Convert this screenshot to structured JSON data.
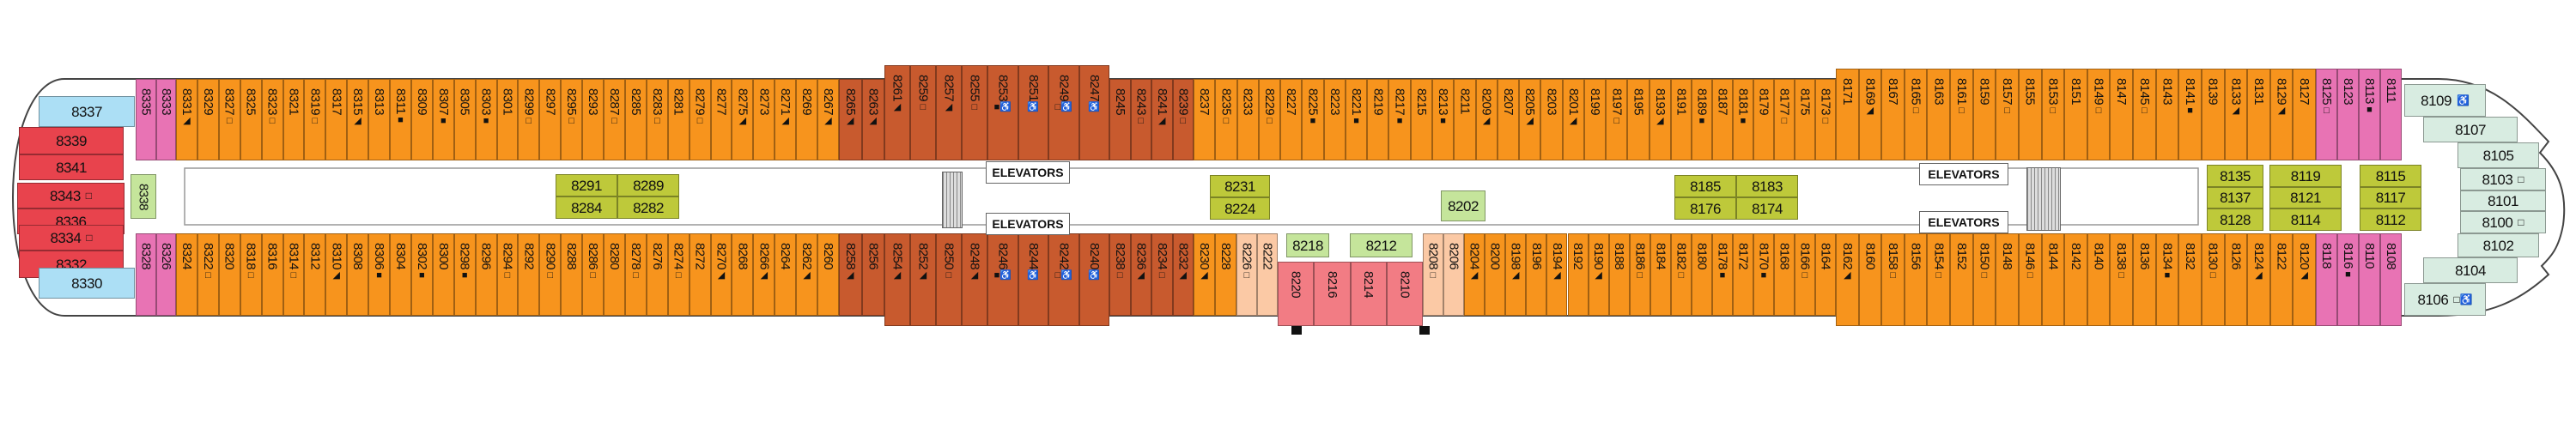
{
  "deck": {
    "top_row": [
      {
        "cat": "pink",
        "cabins": [
          "8335",
          "8333"
        ]
      },
      {
        "cat": "orange",
        "cabins": [
          "8331",
          "8329",
          "8327",
          "8325",
          "8323",
          "8321",
          "8319",
          "8317",
          "8315",
          "8313",
          "8311",
          "8309",
          "8307",
          "8305",
          "8303",
          "8301",
          "8299",
          "8297",
          "8295",
          "8293",
          "8287",
          "8285",
          "8283",
          "8281",
          "8279",
          "8277",
          "8275",
          "8273",
          "8271",
          "8269",
          "8267"
        ]
      },
      {
        "cat": "brown",
        "cabins": [
          "8265",
          "8263"
        ]
      },
      {
        "cat": "brown",
        "cabins": [
          "8261",
          "8259",
          "8257",
          "8255"
        ]
      },
      {
        "cat": "brown",
        "cabins": [
          "8253",
          "8251",
          "8249",
          "8247"
        ]
      },
      {
        "cat": "brown",
        "cabins": [
          "8245",
          "8243",
          "8241",
          "8239"
        ]
      },
      {
        "cat": "orange",
        "cabins": [
          "8237",
          "8235",
          "8233",
          "8229",
          "8227",
          "8225",
          "8223",
          "8221",
          "8219",
          "8217",
          "8215",
          "8213",
          "8211",
          "8209",
          "8207",
          "8205",
          "8203",
          "8201",
          "8199",
          "8197",
          "8195",
          "8193"
        ]
      },
      {
        "cat": "orange",
        "cabins": [
          "8191",
          "8189",
          "8187",
          "8181",
          "8179",
          "8177",
          "8175",
          "8173"
        ]
      },
      {
        "cat": "orange",
        "cabins": [
          "8171",
          "8169",
          "8167",
          "8165",
          "8163",
          "8161",
          "8159",
          "8157",
          "8155",
          "8153",
          "8151",
          "8149",
          "8147",
          "8145",
          "8143",
          "8141",
          "8139",
          "8133",
          "8131",
          "8129",
          "8127"
        ]
      },
      {
        "cat": "pink",
        "cabins": [
          "8125",
          "8123",
          "8113",
          "8111"
        ]
      }
    ],
    "bottom_row": [
      {
        "cat": "pink",
        "cabins": [
          "8328",
          "8326"
        ]
      },
      {
        "cat": "orange",
        "cabins": [
          "8324",
          "8322",
          "8320",
          "8318",
          "8316",
          "8314",
          "8312",
          "8310",
          "8308",
          "8306",
          "8304",
          "8302",
          "8300",
          "8298",
          "8296",
          "8294",
          "8292",
          "8290",
          "8288",
          "8286",
          "8280",
          "8278",
          "8276",
          "8274",
          "8272",
          "8270",
          "8268",
          "8266",
          "8264",
          "8262",
          "8260"
        ]
      },
      {
        "cat": "brown",
        "cabins": [
          "8258",
          "8256"
        ]
      },
      {
        "cat": "brown",
        "cabins": [
          "8254",
          "8252",
          "8250",
          "8248"
        ]
      },
      {
        "cat": "brown",
        "cabins": [
          "8246",
          "8244",
          "8242",
          "8240"
        ]
      },
      {
        "cat": "brown",
        "cabins": [
          "8238",
          "8236",
          "8234",
          "8232"
        ]
      },
      {
        "cat": "orange",
        "cabins": [
          "8230",
          "8228"
        ]
      },
      {
        "cat": "peach",
        "cabins": [
          "8226",
          "8222"
        ]
      },
      {
        "cat": "salmon",
        "cabins": [
          "8220",
          "8216",
          "8214",
          "8210"
        ]
      },
      {
        "cat": "peach",
        "cabins": [
          "8208",
          "8206"
        ]
      },
      {
        "cat": "orange",
        "cabins": [
          "8204",
          "8200",
          "8198",
          "8196",
          "8194",
          "8192",
          "8190",
          "8188",
          "8186",
          "8184"
        ]
      },
      {
        "cat": "orange",
        "cabins": [
          "8182",
          "8180",
          "8178",
          "8172",
          "8170",
          "8168",
          "8166",
          "8164"
        ]
      },
      {
        "cat": "orange",
        "cabins": [
          "8162",
          "8160",
          "8158",
          "8156",
          "8154",
          "8152",
          "8150",
          "8148",
          "8146",
          "8144",
          "8142",
          "8140",
          "8138",
          "8136",
          "8134",
          "8132",
          "8130",
          "8126",
          "8124",
          "8122",
          "8120"
        ]
      },
      {
        "cat": "pink",
        "cabins": [
          "8118",
          "8116",
          "8110",
          "8108"
        ]
      }
    ],
    "center_cabins": [
      {
        "cat": "blue",
        "num": "8337"
      },
      {
        "cat": "red",
        "num": "8339"
      },
      {
        "cat": "red",
        "num": "8341"
      },
      {
        "cat": "red",
        "num": "8343"
      },
      {
        "cat": "red",
        "num": "8336"
      },
      {
        "cat": "red",
        "num": "8334"
      },
      {
        "cat": "red",
        "num": "8332"
      },
      {
        "cat": "blue",
        "num": "8330"
      },
      {
        "cat": "lgreen",
        "num": "8338"
      },
      {
        "cat": "lime",
        "num": "8291"
      },
      {
        "cat": "lime",
        "num": "8289"
      },
      {
        "cat": "lime",
        "num": "8284"
      },
      {
        "cat": "lime",
        "num": "8282"
      },
      {
        "cat": "lime",
        "num": "8231"
      },
      {
        "cat": "lime",
        "num": "8224"
      },
      {
        "cat": "lgreen",
        "num": "8218"
      },
      {
        "cat": "lgreen",
        "num": "8212"
      },
      {
        "cat": "lgreen",
        "num": "8202"
      },
      {
        "cat": "lime",
        "num": "8185"
      },
      {
        "cat": "lime",
        "num": "8183"
      },
      {
        "cat": "lime",
        "num": "8176"
      },
      {
        "cat": "lime",
        "num": "8174"
      },
      {
        "cat": "lime",
        "num": "8135"
      },
      {
        "cat": "lime",
        "num": "8137"
      },
      {
        "cat": "lime",
        "num": "8128"
      },
      {
        "cat": "lime",
        "num": "8119"
      },
      {
        "cat": "lime",
        "num": "8121"
      },
      {
        "cat": "lime",
        "num": "8114"
      },
      {
        "cat": "lime",
        "num": "8115"
      },
      {
        "cat": "lime",
        "num": "8117"
      },
      {
        "cat": "lime",
        "num": "8112"
      },
      {
        "cat": "pale",
        "num": "8109"
      },
      {
        "cat": "pale",
        "num": "8107"
      },
      {
        "cat": "pale",
        "num": "8105"
      },
      {
        "cat": "pale",
        "num": "8103"
      },
      {
        "cat": "pale",
        "num": "8101"
      },
      {
        "cat": "pale",
        "num": "8100"
      },
      {
        "cat": "pale",
        "num": "8102"
      },
      {
        "cat": "pale",
        "num": "8104"
      },
      {
        "cat": "pale",
        "num": "8106"
      }
    ],
    "symbols": {
      "8331": "◢",
      "8327": "□",
      "8323": "□",
      "8319": "□",
      "8315": "◢",
      "8311": "■",
      "8307": "■",
      "8303": "■",
      "8299": "□",
      "8295": "□",
      "8287": "□",
      "8283": "□",
      "8279": "□",
      "8275": "◢",
      "8271": "◢",
      "8267": "◢",
      "8265": "◢",
      "8263": "◢",
      "8261": "◢",
      "8259": "□",
      "8257": "◢",
      "8255": "□",
      "8253": "■♿",
      "8251": "♿",
      "8249": "□♿",
      "8247": "♿",
      "8243": "□",
      "8241": "◢",
      "8239": "□",
      "8235": "□",
      "8229": "□",
      "8225": "■",
      "8221": "■",
      "8217": "■",
      "8213": "■",
      "8209": "◢",
      "8205": "◢",
      "8201": "◢",
      "8197": "□",
      "8193": "◢",
      "8189": "■",
      "8181": "■",
      "8177": "□",
      "8173": "□",
      "8169": "◢",
      "8165": "□",
      "8161": "□",
      "8157": "□",
      "8153": "□",
      "8149": "□",
      "8145": "□",
      "8141": "■",
      "8133": "◢",
      "8129": "◢",
      "8125": "□",
      "8113": "■",
      "8322": "□",
      "8318": "□",
      "8314": "□",
      "8310": "◢",
      "8306": "■",
      "8302": "■",
      "8298": "■",
      "8294": "□",
      "8290": "□",
      "8286": "□",
      "8278": "□",
      "8274": "□",
      "8270": "◢",
      "8266": "◢",
      "8262": "◢",
      "8258": "◢",
      "8254": "◢",
      "8252": "◢",
      "8250": "□",
      "8248": "◢",
      "8246": "■♿",
      "8244": "♿",
      "8242": "□♿",
      "8240": "♿",
      "8238": "□",
      "8236": "◢",
      "8234": "□",
      "8232": "◢",
      "8230": "◢",
      "8226": "□",
      "8208": "□",
      "8204": "◢",
      "8198": "◢",
      "8194": "◢",
      "8190": "◢",
      "8186": "□",
      "8182": "□",
      "8178": "■",
      "8170": "■",
      "8166": "□",
      "8162": "◢",
      "8158": "□",
      "8154": "□",
      "8150": "□",
      "8146": "□",
      "8138": "□",
      "8134": "■",
      "8130": "□",
      "8124": "◢",
      "8120": "◢",
      "8116": "■",
      "8343": "□",
      "8334": "□",
      "8103": "□",
      "8100": "□",
      "8109": "♿",
      "8106": "□♿"
    },
    "elevators": [
      "ELEVATORS",
      "ELEVATORS",
      "ELEVATORS",
      "ELEVATORS"
    ]
  }
}
